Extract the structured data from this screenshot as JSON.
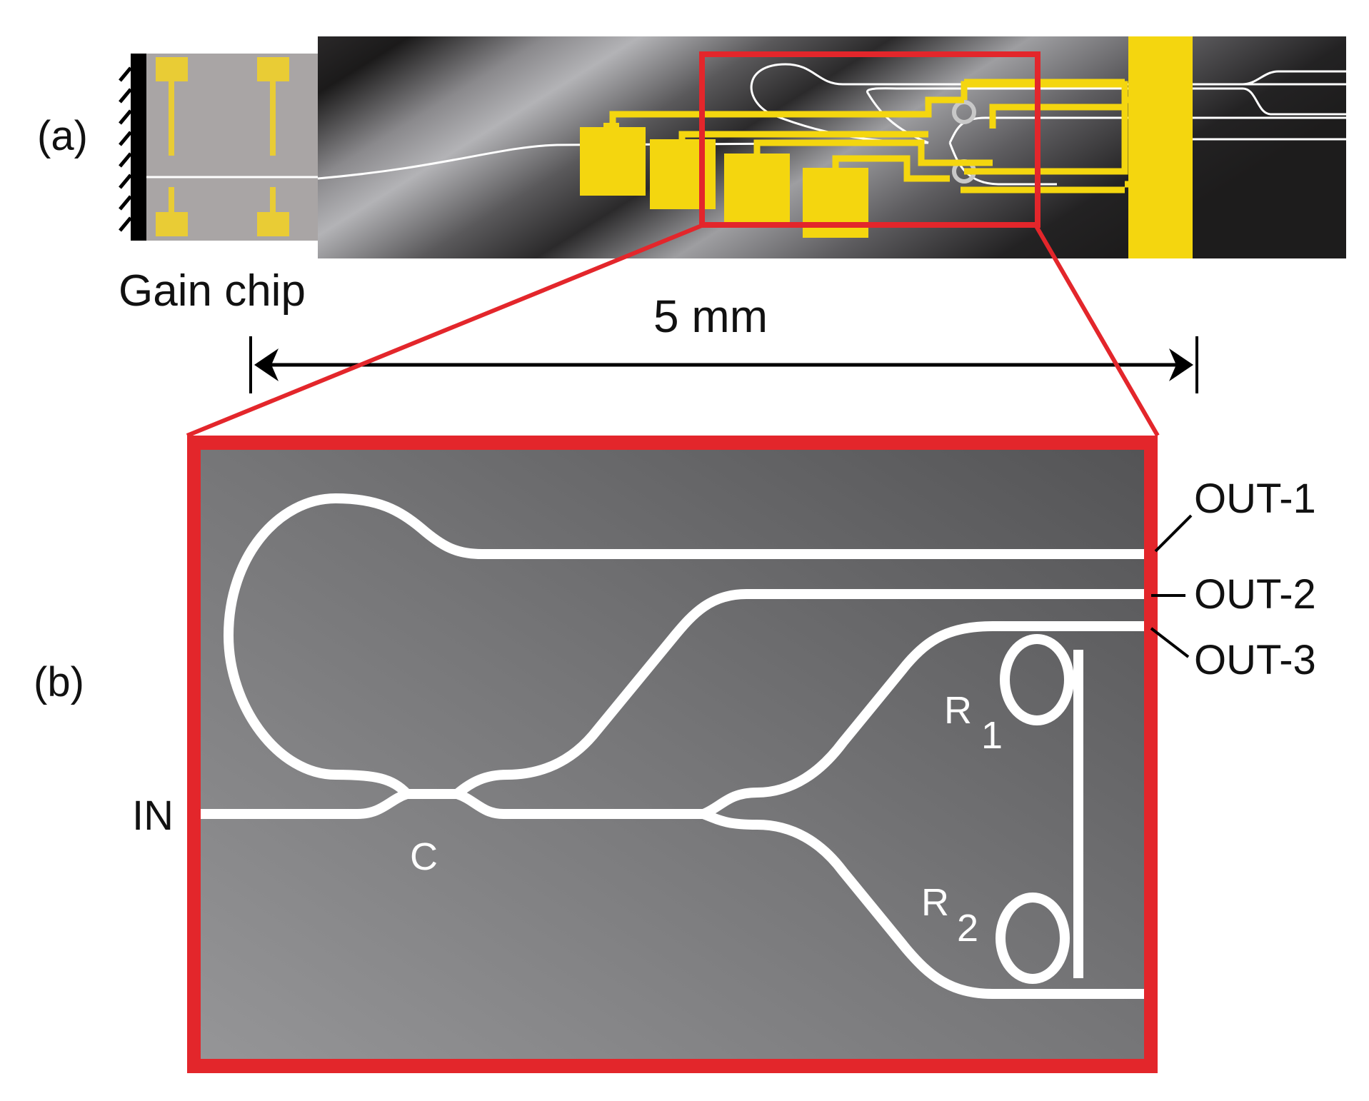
{
  "panel_labels": {
    "a": "(a)",
    "b": "(b)"
  },
  "gain_chip_label": "Gain chip",
  "scale_bar_label": "5 mm",
  "ports": {
    "input": "IN",
    "out1": "OUT-1",
    "out2": "OUT-2",
    "out3": "OUT-3"
  },
  "components": {
    "coupler": "C",
    "ring1_letter": "R",
    "ring1_sub": "1",
    "ring2_letter": "R",
    "ring2_sub": "2"
  },
  "colors": {
    "highlight_box": "#e3262b",
    "electrode_gold": "#f4d60f",
    "waveguide": "#ffffff",
    "chip_dark": "#1e1c1d",
    "gain_chip": "#a9a5a5"
  }
}
